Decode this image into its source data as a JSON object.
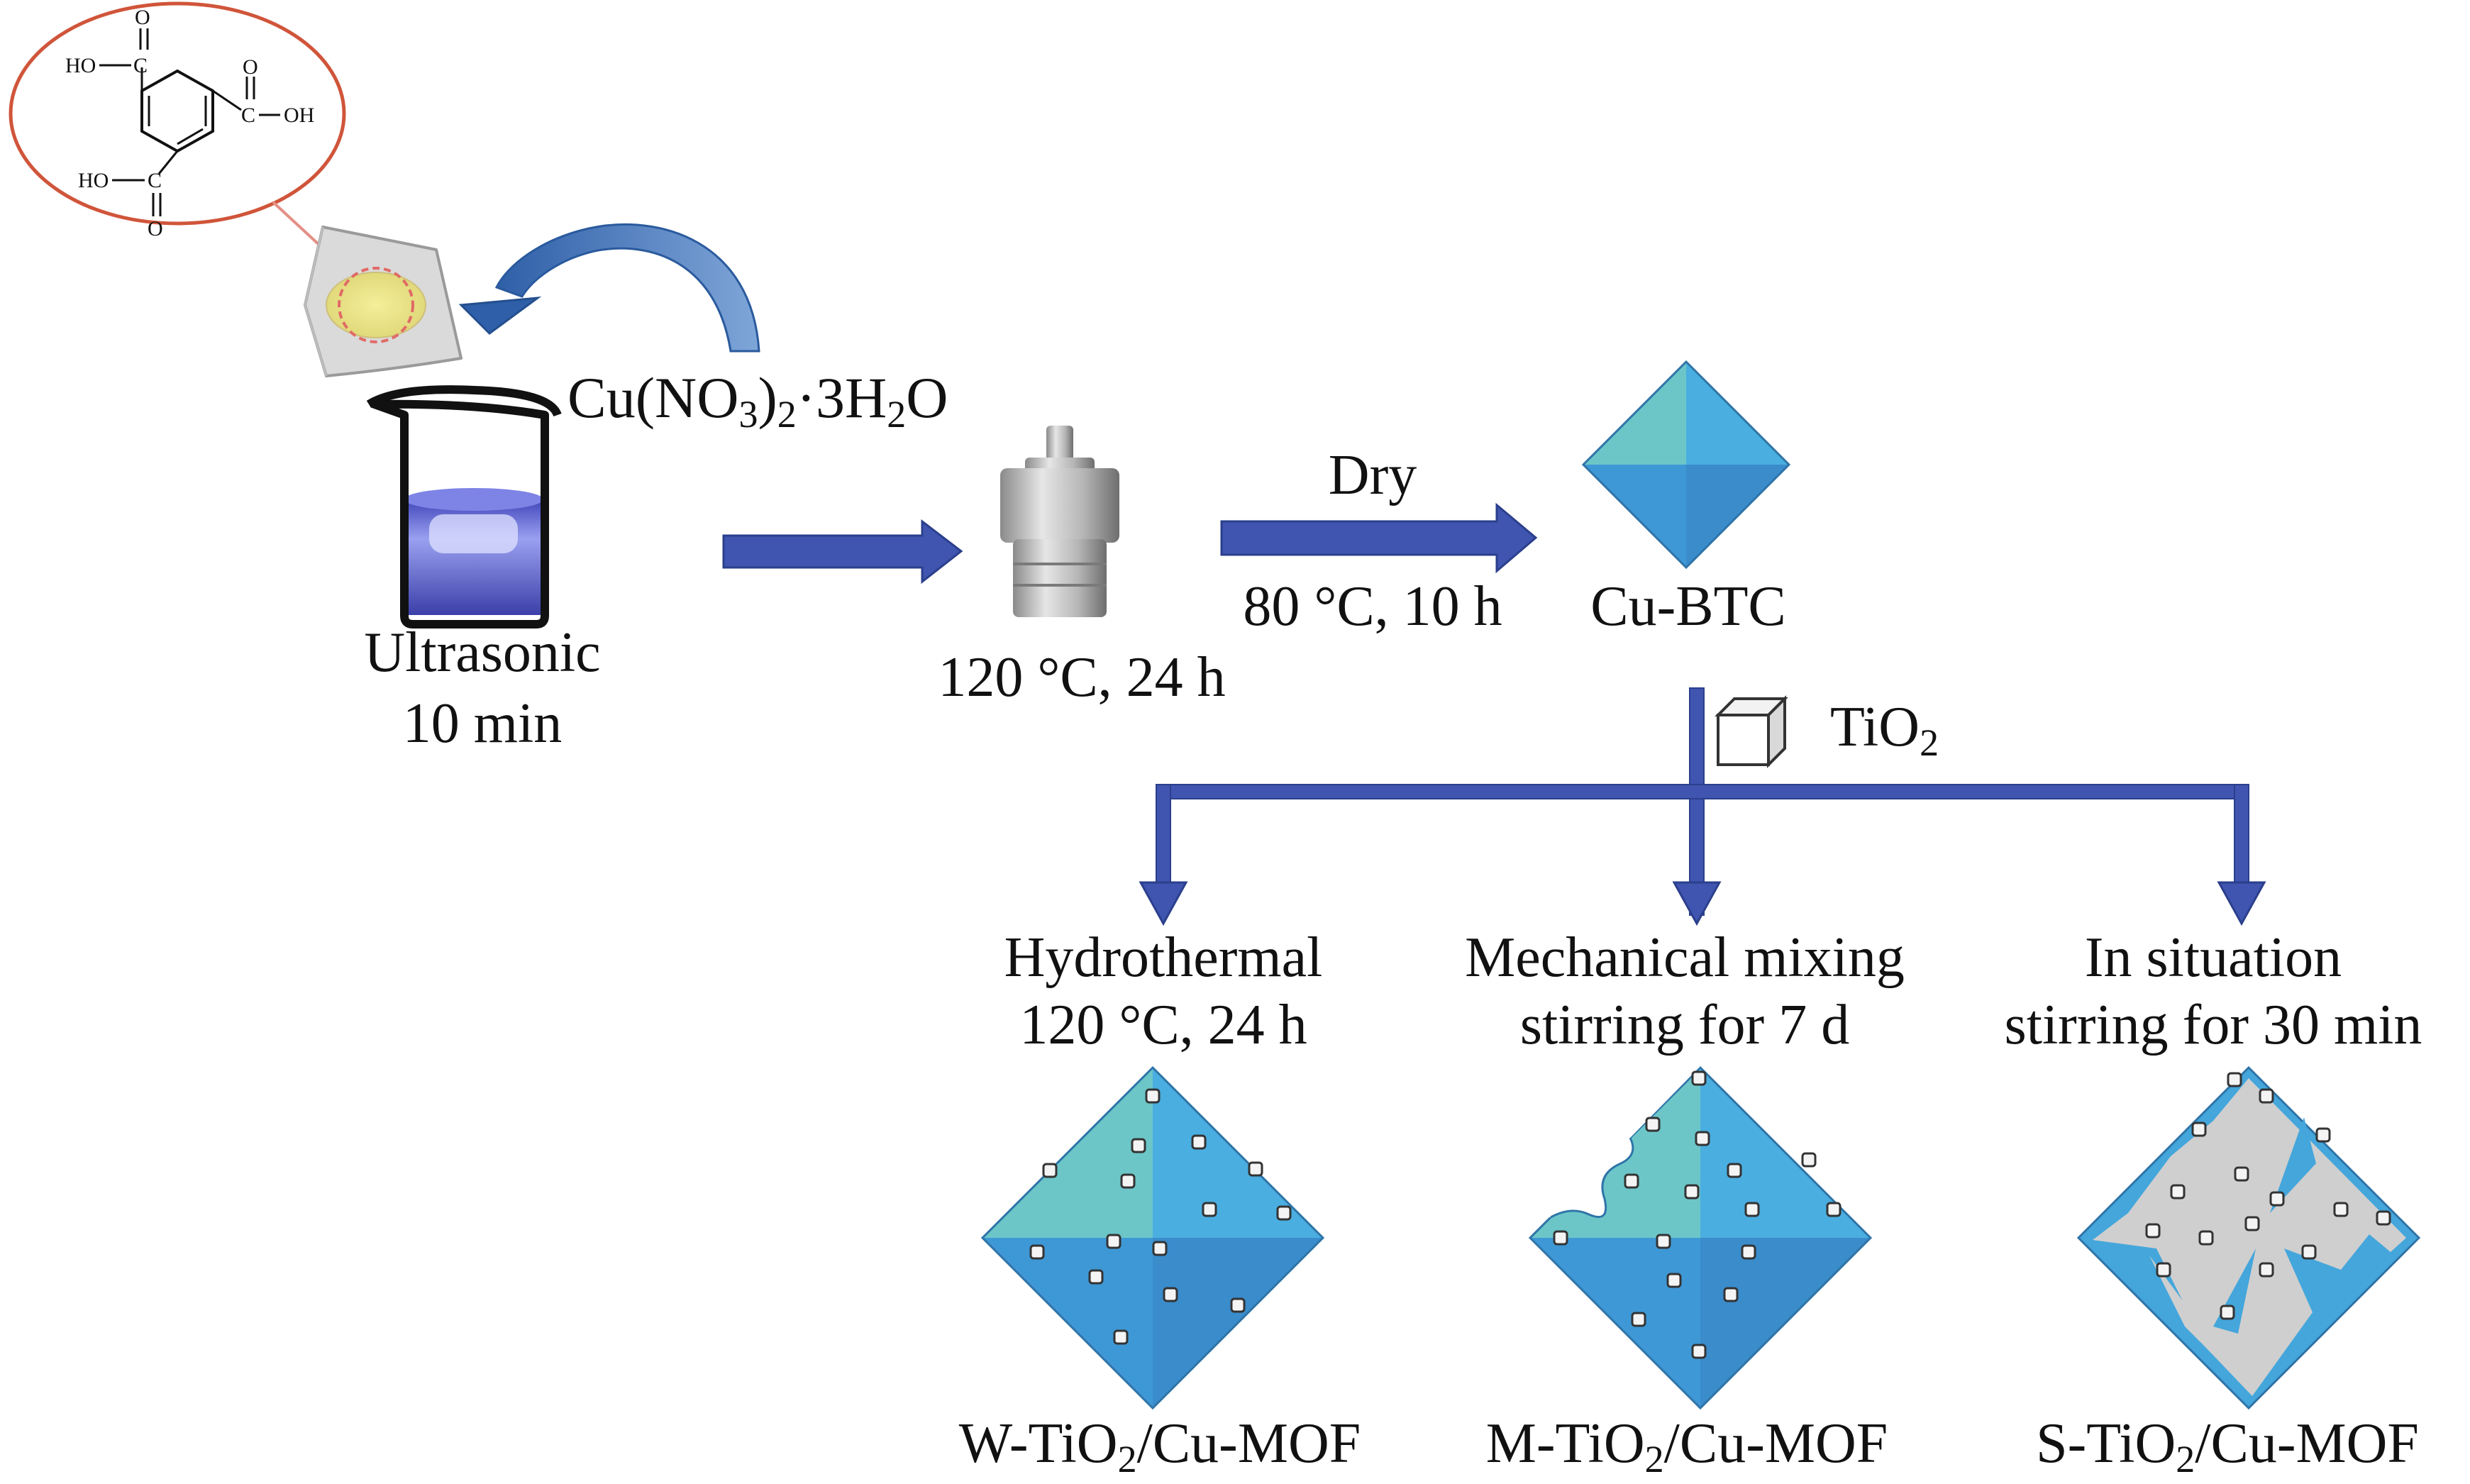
{
  "molecule": {
    "groups": [
      "HO",
      "C",
      "O",
      "OH"
    ]
  },
  "reagent": {
    "prefix": "Cu(NO",
    "sub1": "3",
    "mid": ")",
    "sub2": "2",
    "dot": "·3H",
    "sub3": "2",
    "suffix": "O"
  },
  "steps": {
    "ultrasonic_line1": "Ultrasonic",
    "ultrasonic_line2": "10 min",
    "autoclave": "120 °C, 24 h",
    "dry_top": "Dry",
    "dry_bottom": "80 °C, 10 h",
    "product": "Cu-BTC",
    "additive_prefix": "TiO",
    "additive_sub": "2"
  },
  "routes": [
    {
      "method": "Hydrothermal",
      "condition": "120 °C, 24 h",
      "product_prefix": "W-TiO",
      "product_sub": "2",
      "product_suffix": "/Cu-MOF"
    },
    {
      "method": "Mechanical mixing",
      "condition": "stirring for 7 d",
      "product_prefix": "M-TiO",
      "product_sub": "2",
      "product_suffix": "/Cu-MOF"
    },
    {
      "method": "In situation",
      "condition": "stirring for 30 min",
      "product_prefix": "S-TiO",
      "product_sub": "2",
      "product_suffix": "/Cu-MOF"
    }
  ],
  "colors": {
    "arrow": "#3f55b0",
    "octa_light": "#6cc6c8",
    "octa_mid": "#44a6db",
    "octa_dark": "#3d94cf",
    "octa_edge": "#2f74a8",
    "callout": "#d0553a",
    "solution": "#5a5fcf",
    "grey_phase": "#cfcfcf"
  },
  "icons": [
    "btc-molecule-icon",
    "weighing-paper-icon",
    "beaker-icon",
    "autoclave-icon",
    "octahedron-icon",
    "tio2-cube-icon"
  ]
}
